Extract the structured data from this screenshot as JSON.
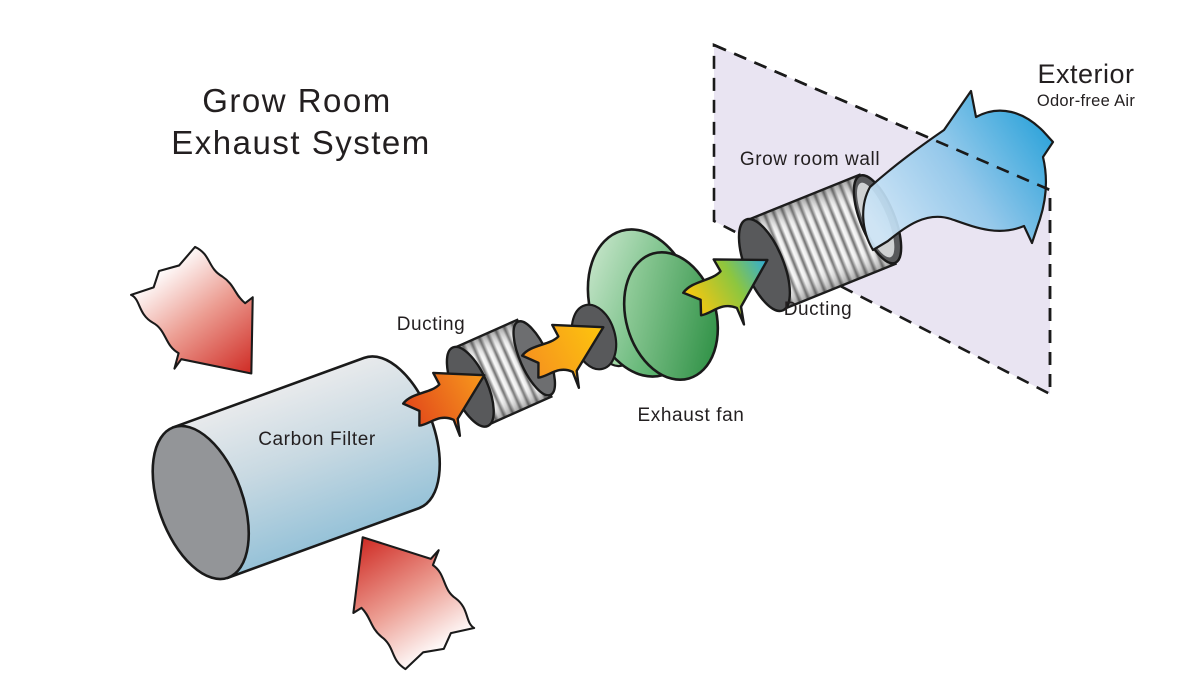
{
  "title": {
    "line1": "Grow Room",
    "line2": "Exhaust System"
  },
  "exterior": {
    "heading": "Exterior",
    "subheading": "Odor-free Air"
  },
  "labels": {
    "grow_room_wall": "Grow room wall",
    "ducting_1": "Ducting",
    "ducting_2": "Ducting",
    "exhaust_fan": "Exhaust fan",
    "carbon_filter": "Carbon Filter"
  },
  "colors": {
    "background": "#ffffff",
    "outline": "#1a1a1a",
    "text": "#231f20",
    "wall_fill": "#e8e3f1",
    "red_tail": "#ffffff",
    "red_mid": "#ec9d92",
    "red_tip": "#cf2b24",
    "orange_dark": "#e2491b",
    "orange_light": "#f89c1c",
    "yellow_dark": "#f6921e",
    "yellow_light": "#fdc70d",
    "mix_yellow": "#fdc70d",
    "mix_green": "#8dc63f",
    "mix_cyan": "#29abe2",
    "blue_light": "#cfe6f7",
    "blue_mid": "#8ec6ea",
    "blue_deep": "#1e9cd7",
    "fan_green_light": "#d9eeda",
    "fan_green_dark": "#2f9e49",
    "fan_front_light": "#a5d8ab",
    "fan_front_dark": "#2c8f43",
    "fan_collar": "#9fd6a4",
    "hub_dark": "#58595b",
    "duct_cap_dark": "#58595b",
    "duct_cap_mid": "#6d6e70",
    "duct_end_face": "#cfd1d2",
    "rib_dark": "#6e6e6e",
    "rib_light": "#fafafa",
    "filter_top": "#e8eaec",
    "filter_mid": "#c8d9e2",
    "filter_bottom": "#96c2d8",
    "filter_cap": "#939598"
  }
}
